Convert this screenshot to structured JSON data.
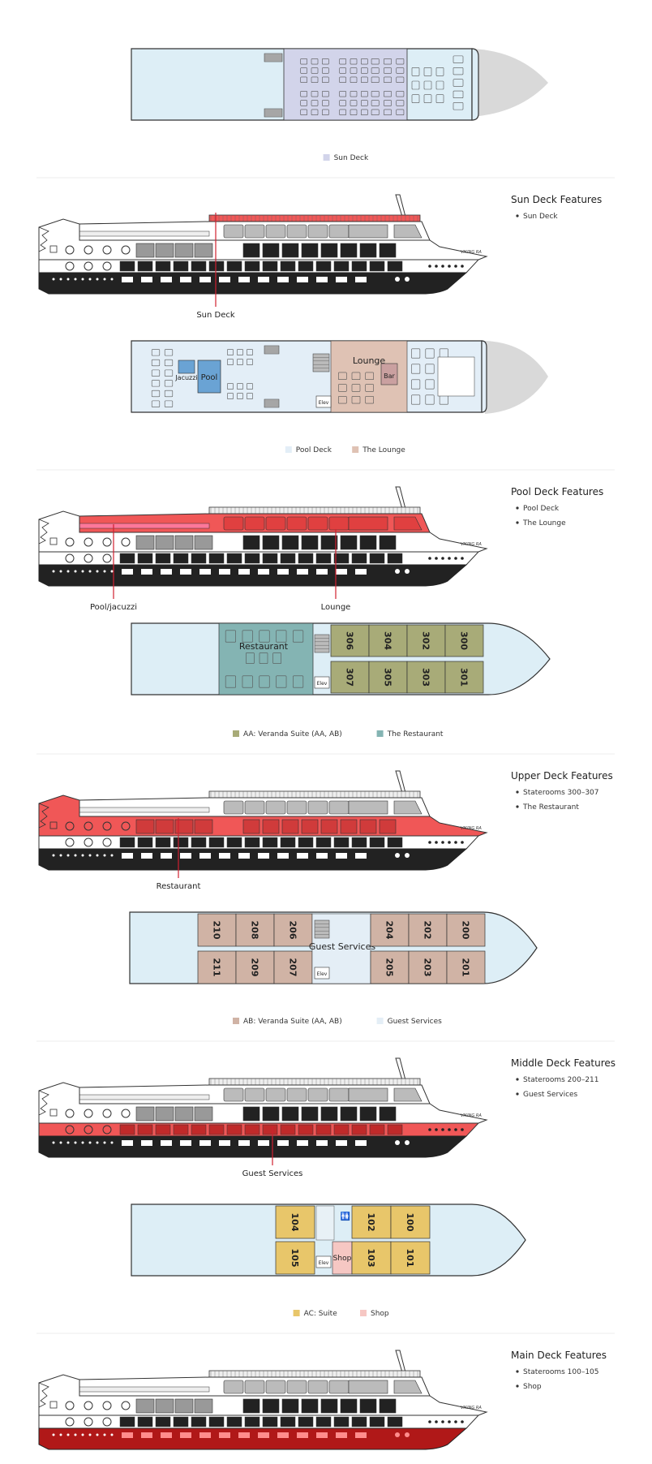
{
  "colors": {
    "water": "#ddeef6",
    "sun_deck": "#d2d4ea",
    "pool_deck": "#e3eef7",
    "lounge": "#dfc2b4",
    "suite_aa": "#a8ab78",
    "restaurant": "#84b4b3",
    "suite_ab": "#d0b3a5",
    "guest_services": "#e4eef6",
    "suite_ac": "#e8c66a",
    "shop": "#f6c7c3",
    "pool_water": "#6aa3d4",
    "highlight": "#f05757",
    "hull": "#222222",
    "bow_shadow": "#d9d9d9"
  },
  "decks": [
    {
      "id": "sun",
      "legend": [
        {
          "label": "Sun Deck",
          "color": "#d2d4ea"
        }
      ],
      "features_title": "Sun Deck Features",
      "features": [
        "Sun Deck"
      ],
      "callouts": [
        {
          "label": "Sun Deck"
        }
      ]
    },
    {
      "id": "pool",
      "areas": {
        "jacuzzi": "Jacuzzi",
        "pool": "Pool",
        "lounge": "Lounge",
        "bar": "Bar",
        "elev": "Elev"
      },
      "legend": [
        {
          "label": "Pool Deck",
          "color": "#e3eef7"
        },
        {
          "label": "The Lounge",
          "color": "#dfc2b4"
        }
      ],
      "features_title": "Pool Deck Features",
      "features": [
        "Pool Deck",
        "The Lounge"
      ],
      "callouts": [
        {
          "label": "Pool/jacuzzi"
        },
        {
          "label": "Lounge"
        }
      ]
    },
    {
      "id": "upper",
      "areas": {
        "restaurant": "Restaurant",
        "elev": "Elev"
      },
      "rooms_top": [
        "306",
        "304",
        "302",
        "300"
      ],
      "rooms_bottom": [
        "307",
        "305",
        "303",
        "301"
      ],
      "legend": [
        {
          "label": "AA: Veranda Suite (AA, AB)",
          "color": "#a8ab78"
        },
        {
          "label": "The Restaurant",
          "color": "#84b4b3"
        }
      ],
      "features_title": "Upper Deck Features",
      "features": [
        "Staterooms 300–307",
        "The Restaurant"
      ],
      "callouts": [
        {
          "label": "Restaurant"
        }
      ]
    },
    {
      "id": "middle",
      "areas": {
        "guest_services": "Guest Services",
        "elev": "Elev"
      },
      "rooms_top_left": [
        "210",
        "208",
        "206"
      ],
      "rooms_top_right": [
        "204",
        "202",
        "200"
      ],
      "rooms_bottom_left": [
        "211",
        "209",
        "207"
      ],
      "rooms_bottom_right": [
        "205",
        "203",
        "201"
      ],
      "legend": [
        {
          "label": "AB: Veranda Suite (AA, AB)",
          "color": "#d0b3a5"
        },
        {
          "label": "Guest Services",
          "color": "#e4eef6"
        }
      ],
      "features_title": "Middle Deck Features",
      "features": [
        "Staterooms 200–211",
        "Guest Services"
      ],
      "callouts": [
        {
          "label": "Guest Services"
        }
      ]
    },
    {
      "id": "main",
      "areas": {
        "shop": "Shop",
        "elev": "Elev"
      },
      "rooms_top": [
        "104",
        "102",
        "100"
      ],
      "rooms_bottom": [
        "105",
        "103",
        "101"
      ],
      "legend": [
        {
          "label": "AC: Suite",
          "color": "#e8c66a"
        },
        {
          "label": "Shop",
          "color": "#f6c7c3"
        }
      ],
      "features_title": "Main Deck Features",
      "features": [
        "Staterooms 100–105",
        "Shop"
      ],
      "callouts": []
    }
  ],
  "ship_name": "VIKING RA"
}
